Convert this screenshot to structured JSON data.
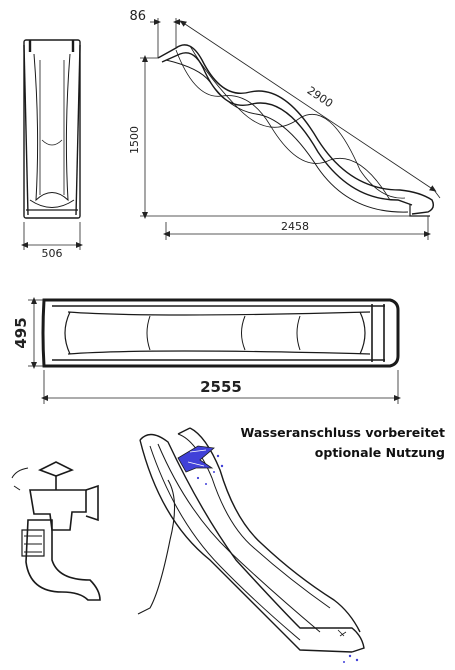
{
  "dimensions": {
    "front_width": "506",
    "side_height": "1500",
    "side_top_offset": "86",
    "side_slide_length": "2900",
    "side_base_length": "2458",
    "top_width": "495",
    "top_length": "2555"
  },
  "notes": {
    "line1": "Wasseranschluss vorbereitet",
    "line2": "optionale Nutzung"
  },
  "colors": {
    "line": "#1a1a1a",
    "water_accent": "#4040d8"
  }
}
